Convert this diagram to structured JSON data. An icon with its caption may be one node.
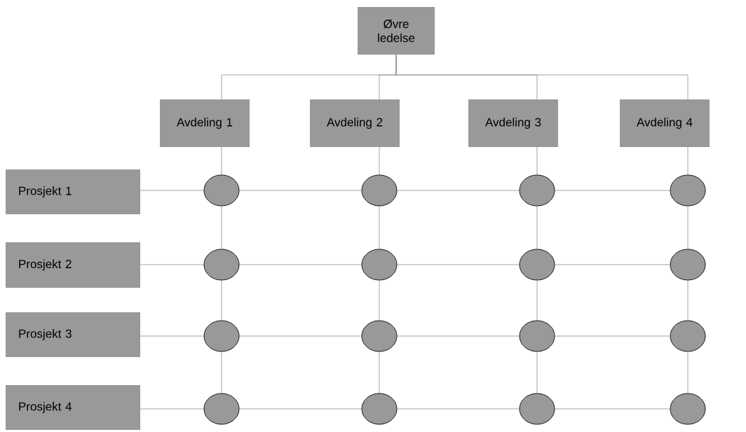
{
  "diagram": {
    "nodes": [
      {
        "text": [
          "Øvre ledelse"
        ]
      },
      {
        "text": [
          "Avdeling 1"
        ]
      },
      {
        "text": [
          "Avdeling 2"
        ]
      },
      {
        "text": [
          "Avdeling 3"
        ]
      },
      {
        "text": [
          "Avdeling 4"
        ]
      },
      {
        "text": [
          "Prosjekt 1"
        ]
      },
      {
        "text": [
          "Prosjekt 2"
        ]
      },
      {
        "text": [
          "Prosjekt 3"
        ]
      },
      {
        "text": [
          "Prosjekt 4"
        ]
      },
      {
        "text": [],
        "shape": "circle"
      },
      {
        "text": [],
        "shape": "circle"
      },
      {
        "text": [],
        "shape": "circle"
      },
      {
        "text": [],
        "shape": "circle"
      },
      {
        "text": [],
        "shape": "circle"
      },
      {
        "text": [],
        "shape": "circle"
      },
      {
        "text": [],
        "shape": "circle"
      },
      {
        "text": [],
        "shape": "circle"
      },
      {
        "text": [],
        "shape": "circle"
      },
      {
        "text": [],
        "shape": "circle"
      },
      {
        "text": [],
        "shape": "circle"
      },
      {
        "text": [],
        "shape": "circle"
      },
      {
        "text": [],
        "shape": "circle"
      },
      {
        "text": [],
        "shape": "circle"
      },
      {
        "text": [],
        "shape": "circle"
      },
      {
        "text": [],
        "shape": "circle"
      }
    ],
    "edges": [
      {
        "from": 0,
        "to": 1,
        "arrow": "none"
      },
      {
        "from": 0,
        "to": 2,
        "arrow": "none"
      },
      {
        "from": 0,
        "to": 3,
        "arrow": "none"
      },
      {
        "from": 0,
        "to": 4,
        "arrow": "none"
      },
      {
        "from": 1,
        "to": 9,
        "arrow": "none"
      },
      {
        "from": 2,
        "to": 10,
        "arrow": "none"
      },
      {
        "from": 3,
        "to": 11,
        "arrow": "none"
      },
      {
        "from": 4,
        "to": 12,
        "arrow": "none"
      },
      {
        "from": 9,
        "to": 13,
        "arrow": "none"
      },
      {
        "from": 10,
        "to": 14,
        "arrow": "none"
      },
      {
        "from": 11,
        "to": 15,
        "arrow": "none"
      },
      {
        "from": 12,
        "to": 16,
        "arrow": "none"
      },
      {
        "from": 13,
        "to": 17,
        "arrow": "none"
      },
      {
        "from": 14,
        "to": 18,
        "arrow": "none"
      },
      {
        "from": 15,
        "to": 19,
        "arrow": "none"
      },
      {
        "from": 16,
        "to": 20,
        "arrow": "none"
      },
      {
        "from": 17,
        "to": 21,
        "arrow": "none"
      },
      {
        "from": 18,
        "to": 22,
        "arrow": "none"
      },
      {
        "from": 19,
        "to": 23,
        "arrow": "none"
      },
      {
        "from": 20,
        "to": 24,
        "arrow": "none"
      },
      {
        "from": 5,
        "to": 9,
        "arrow": "none"
      },
      {
        "from": 9,
        "to": 10,
        "arrow": "none"
      },
      {
        "from": 10,
        "to": 11,
        "arrow": "none"
      },
      {
        "from": 11,
        "to": 12,
        "arrow": "none"
      },
      {
        "from": 6,
        "to": 13,
        "arrow": "none"
      },
      {
        "from": 13,
        "to": 14,
        "arrow": "none"
      },
      {
        "from": 14,
        "to": 15,
        "arrow": "none"
      },
      {
        "from": 15,
        "to": 16,
        "arrow": "none"
      },
      {
        "from": 7,
        "to": 17,
        "arrow": "none"
      },
      {
        "from": 17,
        "to": 18,
        "arrow": "none"
      },
      {
        "from": 18,
        "to": 19,
        "arrow": "none"
      },
      {
        "from": 19,
        "to": 20,
        "arrow": "none"
      },
      {
        "from": 8,
        "to": 21,
        "arrow": "none"
      },
      {
        "from": 21,
        "to": 22,
        "arrow": "none"
      },
      {
        "from": 22,
        "to": 23,
        "arrow": "none"
      },
      {
        "from": 23,
        "to": 24,
        "arrow": "none"
      }
    ]
  }
}
